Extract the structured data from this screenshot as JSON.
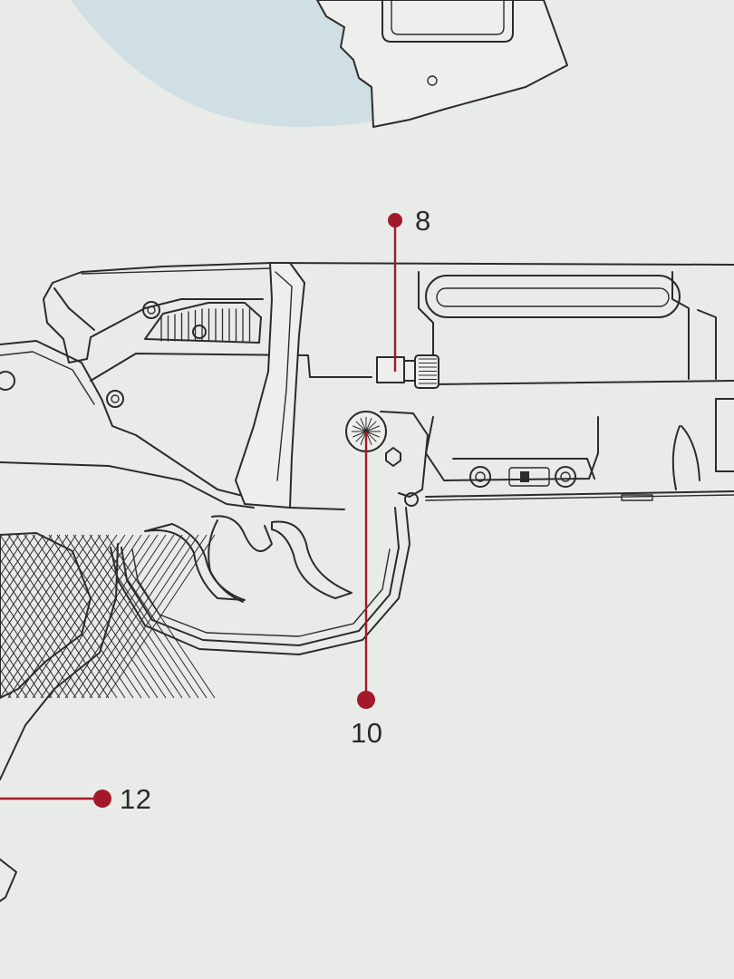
{
  "colors": {
    "background": "#e9ebe9",
    "line": "#2b2b2b",
    "callout": "#a3182a",
    "inset_circle": "#cfdfe3"
  },
  "callouts": [
    {
      "label": "8"
    },
    {
      "label": "10"
    },
    {
      "label": "12"
    }
  ]
}
